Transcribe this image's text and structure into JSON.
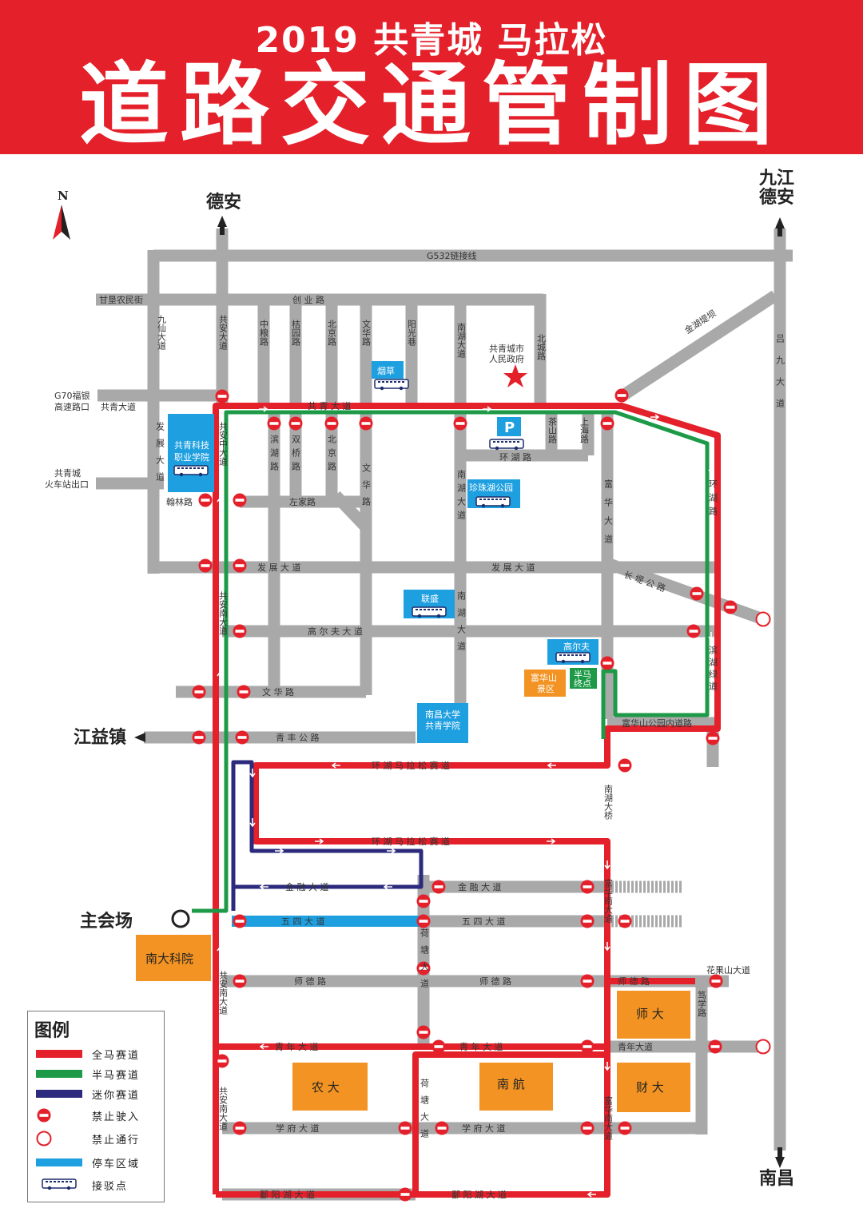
{
  "header": {
    "subtitle": "2019 共青城 马拉松",
    "title": "道路交通管制图"
  },
  "compass": "N",
  "colors": {
    "header_red": "#e4202a",
    "road_gray": "#a9a9a9",
    "full_marathon": "#e4202a",
    "half_marathon": "#1d9a47",
    "mini_marathon": "#2b2a7c",
    "parking": "#1e9fe0",
    "campus": "#f29323"
  },
  "destinations": {
    "dean": "德安",
    "jiujiang": "九江",
    "dean2": "德安",
    "nanchang": "南昌",
    "jiangyi": "江益镇"
  },
  "roads": {
    "g532": "G532链接线",
    "gangan_nong": "甘垦农民街",
    "chuangye": "创  业  路",
    "jiuxian": "九仙大道",
    "gongan": "共安大道",
    "zhongliang": "中粮路",
    "juyuan": "桔园路",
    "beijing": "北京路",
    "wenhua": "文华路",
    "yangguang": "阳光巷",
    "nanhu": "南湖大道",
    "beicheng": "北城路",
    "jinhu": "金湖堤坝",
    "lvjiu": "吕九大道",
    "g70": "G70福银",
    "g70_2": "高速路口",
    "gongqing_blvd_w": "共青大道",
    "gongqing_blvd": "共  青  大  道",
    "gongqing_train": "共青城",
    "gongqing_train2": "火车站出口",
    "fazhan_v": "发展大道",
    "hanlin": "翰林路",
    "gongan_zhong": "共安中大道",
    "binhu": "滨湖路",
    "shuangqiao": "双桥路",
    "beijing2": "北京路",
    "zuojia": "左家路",
    "wenhua2": "文华路",
    "nanhu2": "南湖大道",
    "chashan": "茶山路",
    "shanghai": "上海路",
    "huanhu": "环  湖  路",
    "fuhua": "富华大道",
    "huanhu_v": "环湖路",
    "fazhan": "发  展  大  道",
    "fazhan2": "发  展  大  道",
    "changmin": "长  堤  公  路",
    "gongan_nan": "共安南大道",
    "nanhu3": "南湖大道",
    "gaoerfu": "高       尔       夫       大       道",
    "binhu_lv": "滨湖绿道",
    "wenhua_h": "文  华  路",
    "qingfeng": "青   丰   公   路",
    "fuhuashan_inner": "富华山公园内道路",
    "marathon_track": "环  湖  马  拉  松  赛  道",
    "marathon_track2": "环  湖  马  拉  松  赛  道",
    "nanhu_bridge": "南湖大桥",
    "jinrong": "金  融  大  道",
    "jinrong2": "金  融  大  道",
    "wusi": "五  四  大  道",
    "wusi2": "五  四  大  道",
    "hetang": "荷塘大道",
    "fuhua_nan": "富华南大道",
    "shide": "师   德   路",
    "shide2": "师   德   路",
    "shide3": "师 德 路",
    "huaguoshan": "花果山大道",
    "duxue": "笃学路",
    "gongan_nan2": "共安南大道",
    "qingnian": "青   年   大   道",
    "qingnian2": "青   年   大   道",
    "qingnian3": "青年大道",
    "xuefu": "学   府   大   道",
    "xuefu2": "学   府   大   道",
    "hetang2": "荷塘大道",
    "fuhua_nan2": "富华南大道",
    "gongan_nan3": "共安南大道",
    "poyang": "鄱   阳   湖   大   道",
    "poyang2": "鄱   阳   湖   大   道"
  },
  "places": {
    "gov1": "共青城市",
    "gov2": "人民政府",
    "main_venue": "主会场",
    "nanda": "南大科院",
    "fuhuashan1": "富华山",
    "fuhuashan2": "景区",
    "half_point1": "半马",
    "half_point2": "终点",
    "shida": "师  大",
    "nongda": "农  大",
    "nanhang": "南  航",
    "caida": "财  大",
    "parking_p": "P"
  },
  "parking": {
    "yancao": "烟草",
    "keji1": "共青科技",
    "keji2": "职业学院",
    "zhenzhu": "珍珠湖公园",
    "lianyi": "联盛",
    "gaoerfu": "高尔夫",
    "nanchang_univ1": "南昌大学",
    "nanchang_univ2": "共青学院"
  },
  "legend": {
    "title": "图例",
    "items": [
      {
        "label": "全马赛道",
        "kind": "full"
      },
      {
        "label": "半马赛道",
        "kind": "half"
      },
      {
        "label": "迷你赛道",
        "kind": "mini"
      },
      {
        "label": "禁止驶入",
        "kind": "noentry"
      },
      {
        "label": "禁止通行",
        "kind": "noway"
      },
      {
        "label": "停车区域",
        "kind": "parking"
      },
      {
        "label": "接驳点",
        "kind": "shuttle"
      }
    ]
  }
}
